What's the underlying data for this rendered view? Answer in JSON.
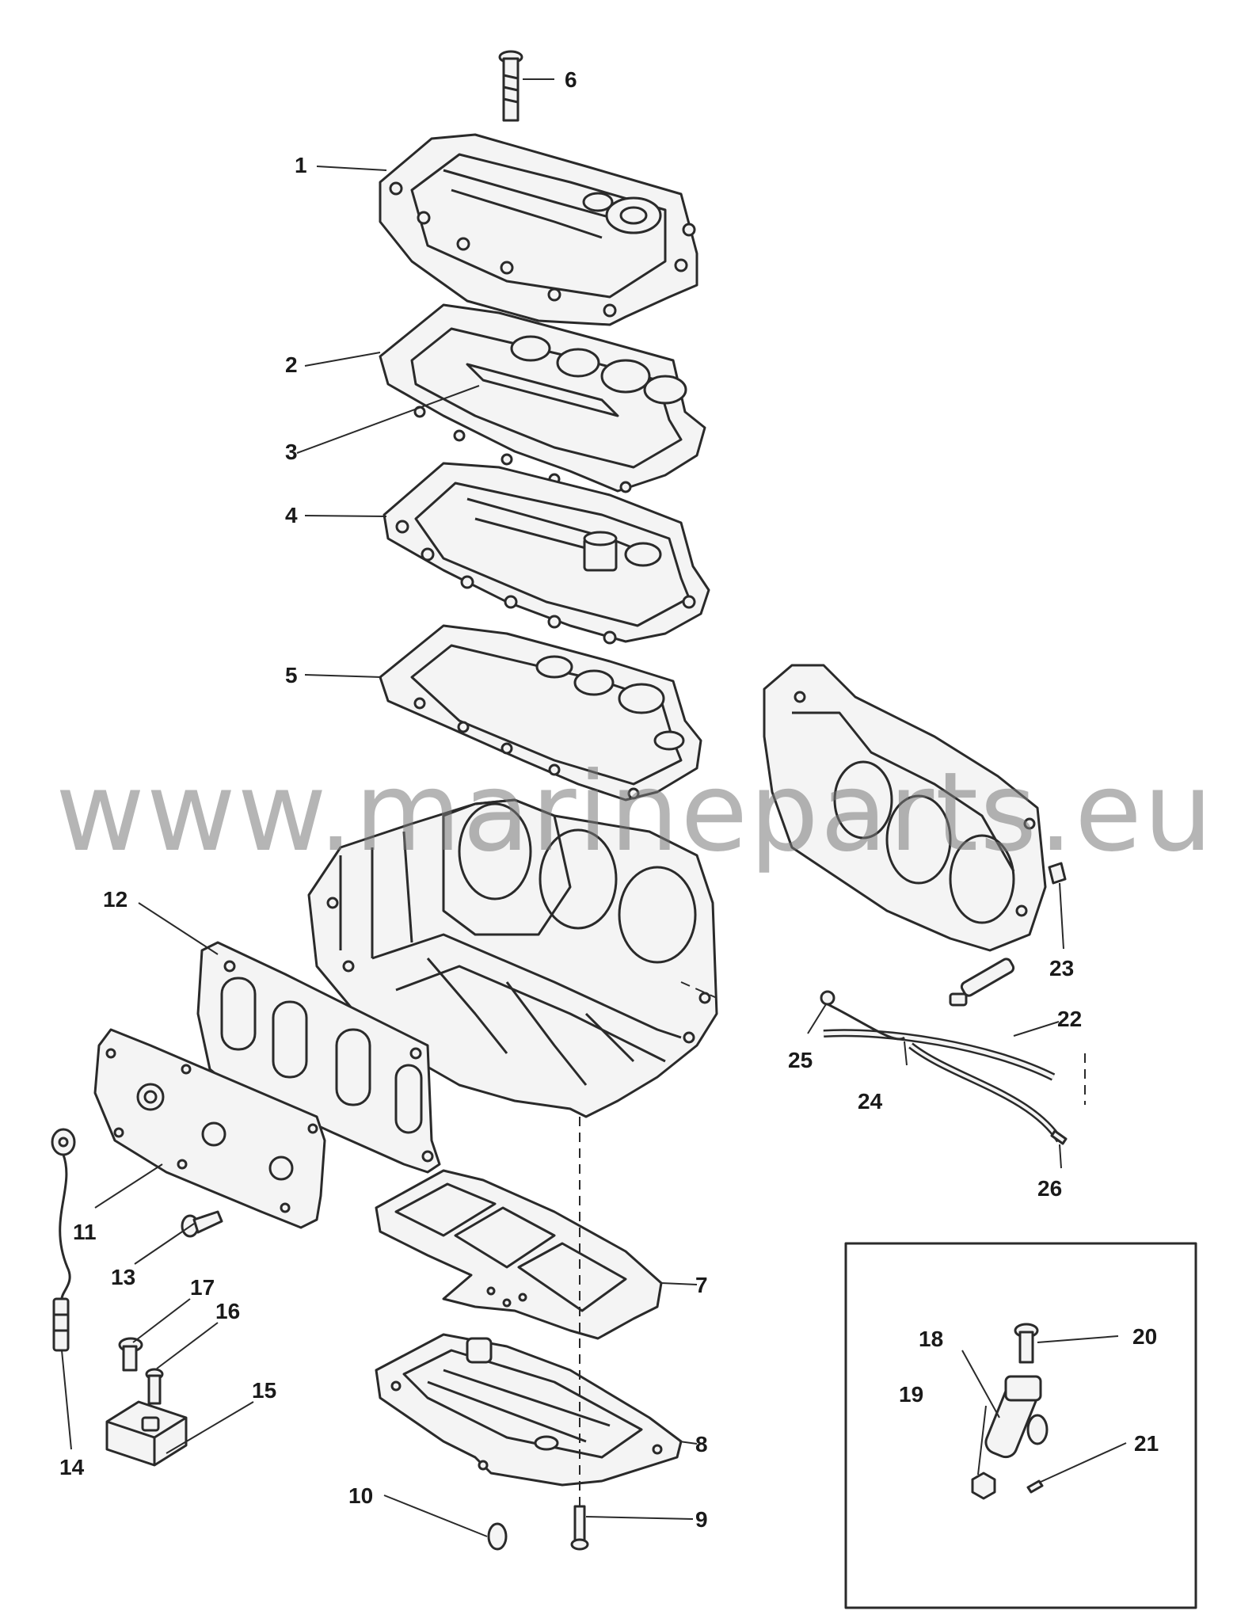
{
  "watermark": "www.marineparts.eu",
  "colors": {
    "line": "#2a2a2a",
    "part_fill": "#f4f4f4",
    "watermark": "#8a8a8a"
  },
  "callouts": [
    {
      "id": "1",
      "label": "1"
    },
    {
      "id": "2",
      "label": "2"
    },
    {
      "id": "3",
      "label": "3"
    },
    {
      "id": "4",
      "label": "4"
    },
    {
      "id": "5",
      "label": "5"
    },
    {
      "id": "6",
      "label": "6"
    },
    {
      "id": "7",
      "label": "7"
    },
    {
      "id": "8",
      "label": "8"
    },
    {
      "id": "9",
      "label": "9"
    },
    {
      "id": "10",
      "label": "10"
    },
    {
      "id": "11",
      "label": "11"
    },
    {
      "id": "12",
      "label": "12"
    },
    {
      "id": "13",
      "label": "13"
    },
    {
      "id": "14",
      "label": "14"
    },
    {
      "id": "15",
      "label": "15"
    },
    {
      "id": "16",
      "label": "16"
    },
    {
      "id": "17",
      "label": "17"
    },
    {
      "id": "18",
      "label": "18"
    },
    {
      "id": "19",
      "label": "19"
    },
    {
      "id": "20",
      "label": "20"
    },
    {
      "id": "21",
      "label": "21"
    },
    {
      "id": "22",
      "label": "22"
    },
    {
      "id": "23",
      "label": "23"
    },
    {
      "id": "24",
      "label": "24"
    },
    {
      "id": "25",
      "label": "25"
    },
    {
      "id": "26",
      "label": "26"
    }
  ]
}
